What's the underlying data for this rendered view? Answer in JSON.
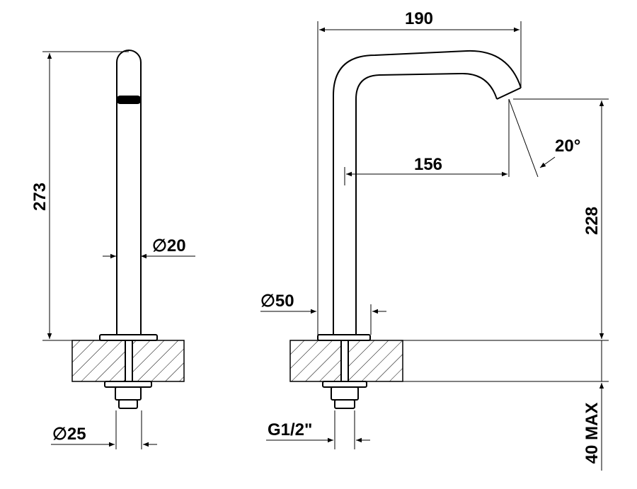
{
  "dimensions": {
    "left_height": "273",
    "left_tube_diameter": "20",
    "left_shank_diameter": "25",
    "right_width": "190",
    "right_reach": "156",
    "right_spout_angle": "20°",
    "right_height": "228",
    "right_base_diameter": "50",
    "right_thread": "G1/2\"",
    "right_max_thickness": "40 MAX"
  },
  "symbols": {
    "diameter": "∅"
  },
  "colors": {
    "line": "#000000",
    "hatch": "#000000",
    "background": "#ffffff"
  }
}
